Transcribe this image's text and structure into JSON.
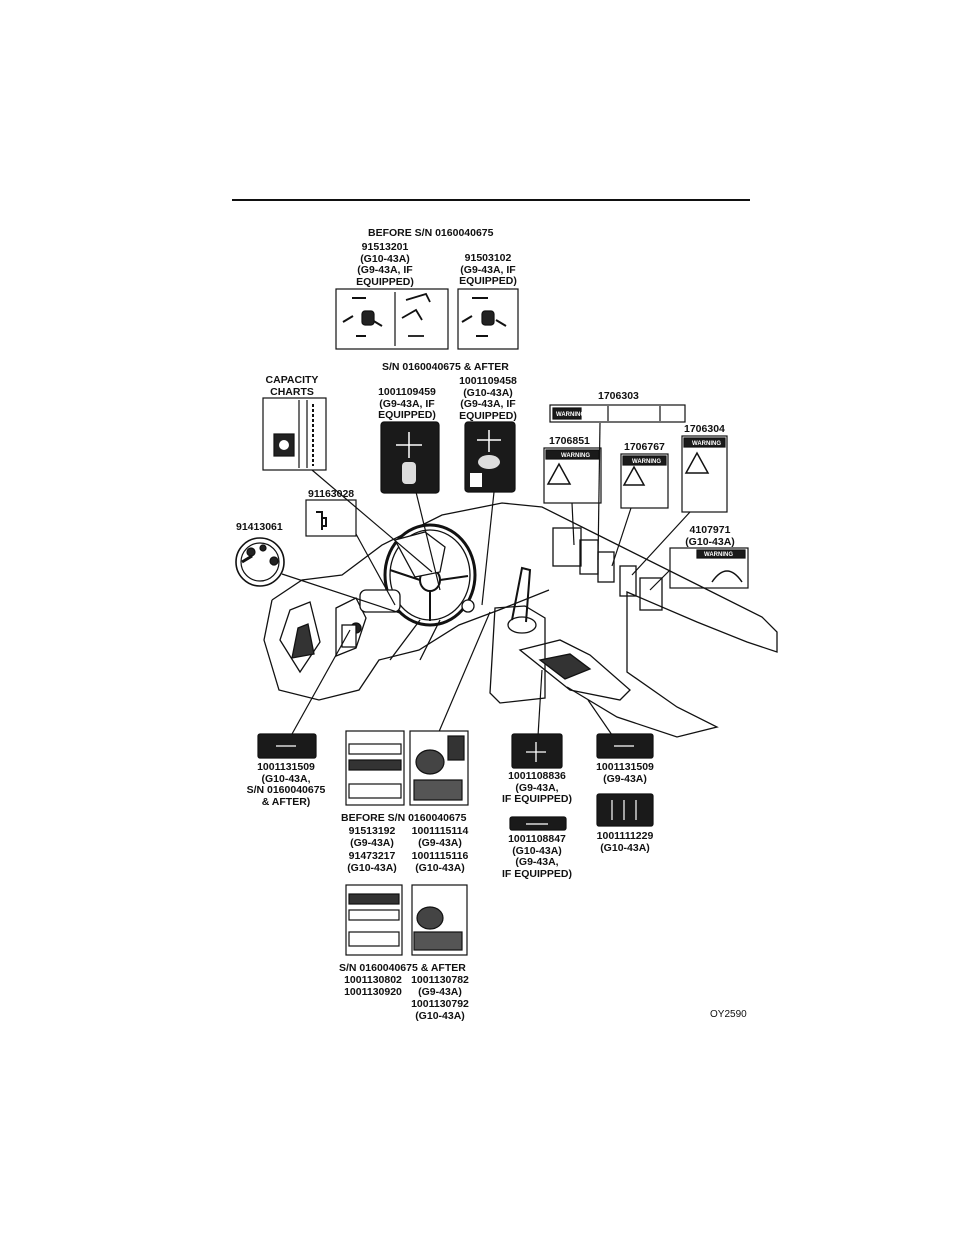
{
  "labels": {
    "before_sn_top": "BEFORE S/N 0160040675",
    "d91513201": [
      "91513201",
      "(G10-43A)",
      "(G9-43A, IF",
      "EQUIPPED)"
    ],
    "d91503102": [
      "91503102",
      "(G9-43A, IF",
      "EQUIPPED)"
    ],
    "sn_after_top": "S/N 0160040675 & AFTER",
    "capacity": [
      "CAPACITY",
      "CHARTS"
    ],
    "d1001109459": [
      "1001109459",
      "(G9-43A, IF",
      "EQUIPPED)"
    ],
    "d1001109458": [
      "1001109458",
      "(G10-43A)",
      "(G9-43A, IF",
      "EQUIPPED)"
    ],
    "d1706303": "1706303",
    "d1706851": "1706851",
    "d1706767": "1706767",
    "d1706304": "1706304",
    "d4107971": [
      "4107971",
      "(G10-43A)"
    ],
    "d91163028": "91163028",
    "d91413061": "91413061",
    "d1001131509_left": [
      "1001131509",
      "(G10-43A,",
      "S/N 0160040675",
      "& AFTER)"
    ],
    "before_sn_mid": "BEFORE S/N 0160040675",
    "d91513192": [
      "91513192",
      "(G9-43A)"
    ],
    "d1001115114": [
      "1001115114",
      "(G9-43A)"
    ],
    "d91473217": [
      "91473217",
      "(G10-43A)"
    ],
    "d1001115116": [
      "1001115116",
      "(G10-43A)"
    ],
    "d1001108836": [
      "1001108836",
      "(G9-43A,",
      "IF EQUIPPED)"
    ],
    "d1001108847": [
      "1001108847",
      "(G10-43A)",
      "(G9-43A,",
      "IF EQUIPPED)"
    ],
    "d1001131509_right": [
      "1001131509",
      "(G9-43A)"
    ],
    "d1001111229": [
      "1001111229",
      "(G10-43A)"
    ],
    "sn_after_bottom": "S/N 0160040675 & AFTER",
    "d1001130802": [
      "1001130802",
      "1001130920"
    ],
    "d1001130782": [
      "1001130782",
      "(G9-43A)"
    ],
    "d1001130792": [
      "1001130792",
      "(G10-43A)"
    ],
    "figure_code": "OY2590"
  },
  "decals": {
    "warning": "WARNING"
  },
  "icons": [
    "joystick-decal-icon",
    "warning-triangle-icon",
    "ignition-key-icon",
    "steering-wheel-icon"
  ],
  "colors": {
    "ink": "#111111",
    "paper": "#ffffff",
    "decal_bg": "#1a1a1a"
  }
}
